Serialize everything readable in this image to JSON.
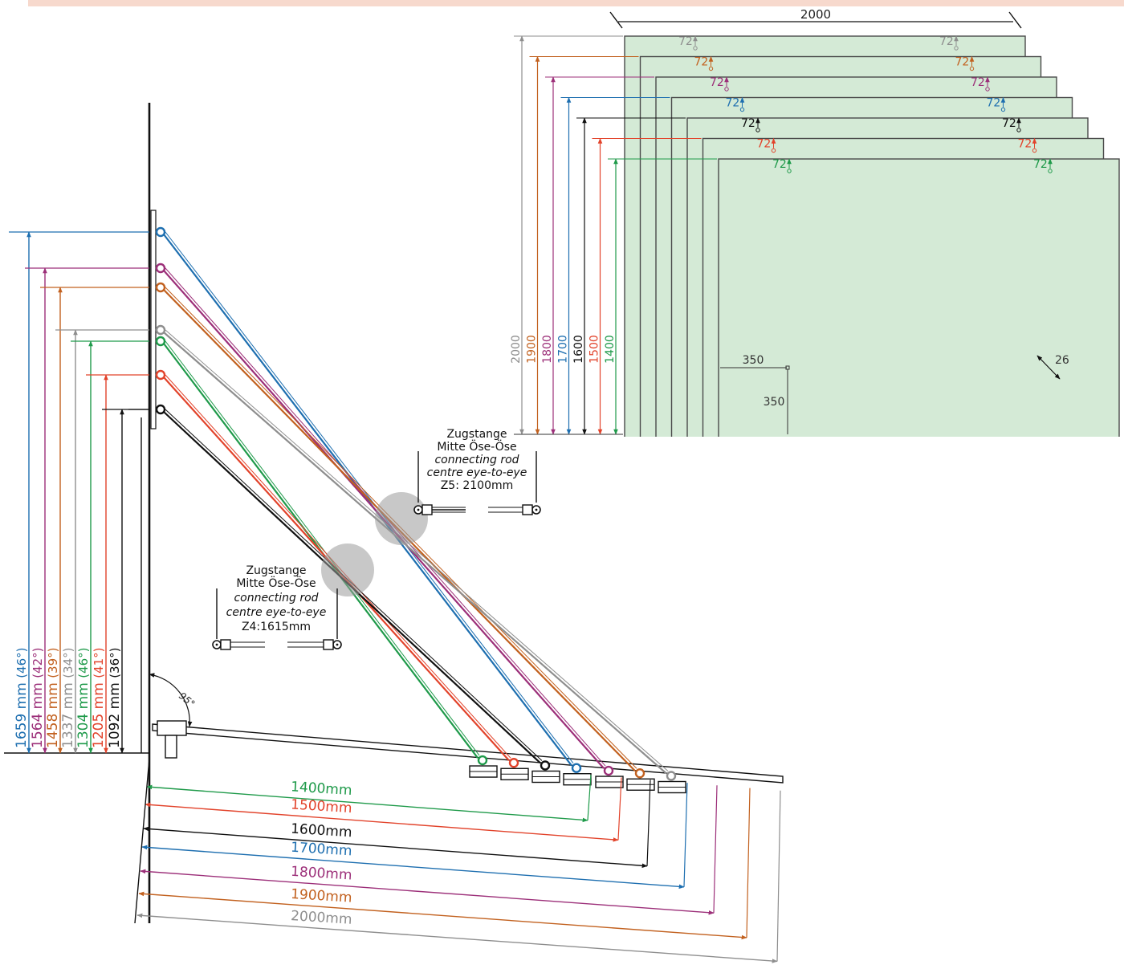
{
  "colors": {
    "banner": "#f7d9cd",
    "panel_fill": "#d4ead6",
    "panel_stroke": "#4a4a4a",
    "axis_black": "#111111",
    "grey_circle": "#9a9a9a",
    "series": {
      "1400": "#1f9a4a",
      "1500": "#e2432b",
      "1600": "#111111",
      "1700": "#1e6fb0",
      "1800": "#9c2f79",
      "1900": "#c2611f",
      "2000": "#8e8e8e"
    }
  },
  "panel_view": {
    "width_label": "2000",
    "heights": [
      {
        "label": "2000",
        "color": "#8e8e8e",
        "eye_label": "72"
      },
      {
        "label": "1900",
        "color": "#c2611f",
        "eye_label": "72"
      },
      {
        "label": "1800",
        "color": "#9c2f79",
        "eye_label": "72"
      },
      {
        "label": "1700",
        "color": "#1e6fb0",
        "eye_label": "72"
      },
      {
        "label": "1600",
        "color": "#111111",
        "eye_label": "72"
      },
      {
        "label": "1500",
        "color": "#e2432b",
        "eye_label": "72"
      },
      {
        "label": "1400",
        "color": "#1f9a4a",
        "eye_label": "72"
      }
    ],
    "hole_offset_x": "350",
    "hole_offset_y": "350",
    "hole_diameter": "26"
  },
  "rod_labels": [
    {
      "line1": "Zugstange",
      "line2": "Mitte Öse-Öse",
      "line3": "connecting rod",
      "line4": "centre eye-to-eye",
      "line5": "Z5: 2100mm"
    },
    {
      "line1": "Zugstange",
      "line2": "Mitte Öse-Öse",
      "line3": "connecting rod",
      "line4": "centre eye-to-eye",
      "line5": "Z4:1615mm"
    }
  ],
  "angle_label": "95°",
  "vertical_dims": [
    {
      "value": "1659 mm",
      "angle": "(46°)",
      "color": "#1e6fb0"
    },
    {
      "value": "1564 mm",
      "angle": "(42°)",
      "color": "#9c2f79"
    },
    {
      "value": "1458 mm",
      "angle": "(39°)",
      "color": "#c2611f"
    },
    {
      "value": "1337 mm",
      "angle": "(34°)",
      "color": "#8e8e8e"
    },
    {
      "value": "1304 mm",
      "angle": "(46°)",
      "color": "#1f9a4a"
    },
    {
      "value": "1205 mm",
      "angle": "(41°)",
      "color": "#e2432b"
    },
    {
      "value": "1092 mm",
      "angle": "(36°)",
      "color": "#111111"
    }
  ],
  "horizontal_dims": [
    {
      "label": "1400mm",
      "color": "#1f9a4a"
    },
    {
      "label": "1500mm",
      "color": "#e2432b"
    },
    {
      "label": "1600mm",
      "color": "#111111"
    },
    {
      "label": "1700mm",
      "color": "#1e6fb0"
    },
    {
      "label": "1800mm",
      "color": "#9c2f79"
    },
    {
      "label": "1900mm",
      "color": "#c2611f"
    },
    {
      "label": "2000mm",
      "color": "#8e8e8e"
    }
  ]
}
